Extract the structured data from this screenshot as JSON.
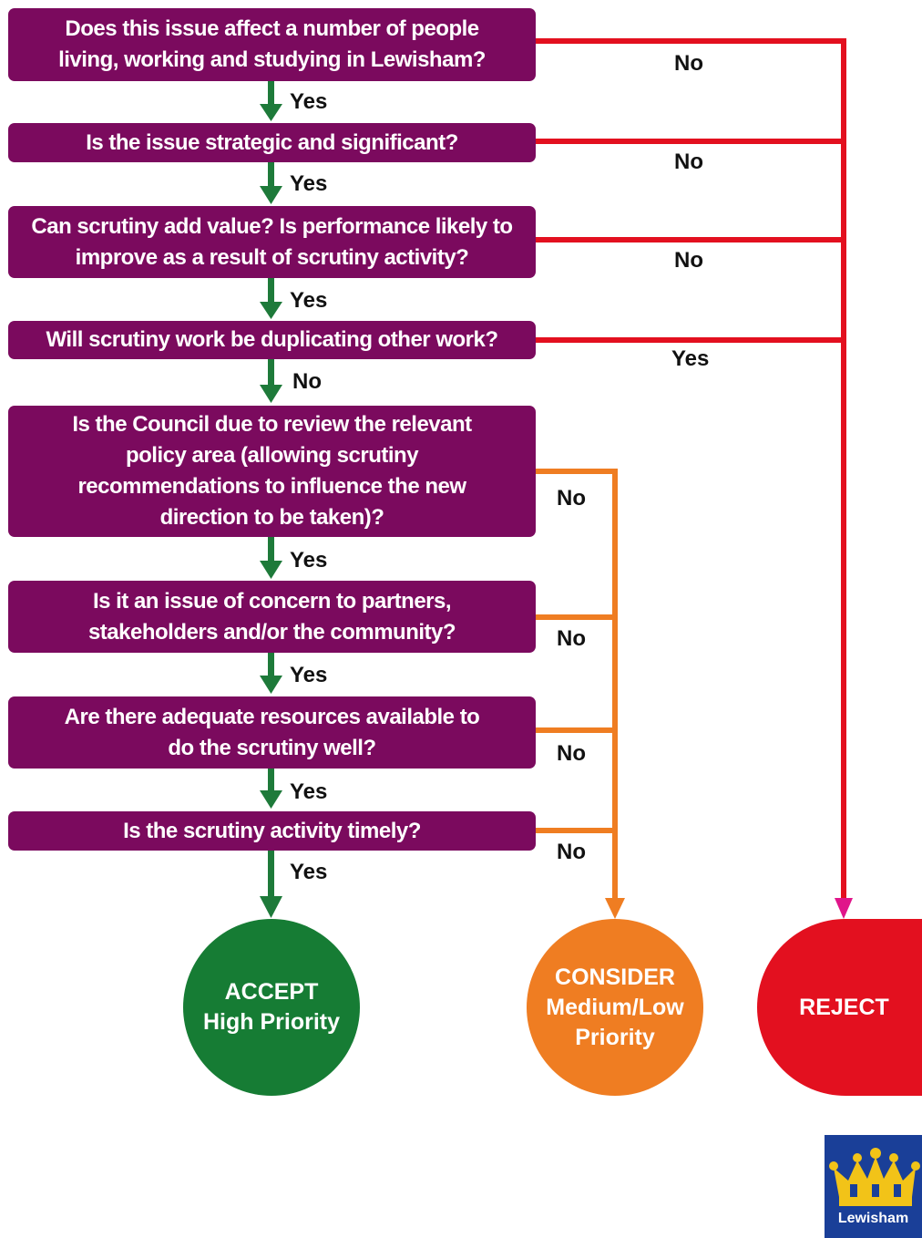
{
  "questions": [
    "Does this issue affect a number of people living, working and studying in Lewisham?",
    "Is the issue strategic and significant?",
    "Can scrutiny add value? Is performance likely to improve as a result of scrutiny activity?",
    "Will scrutiny work be duplicating other work?",
    "Is the Council due to review the relevant policy area (allowing scrutiny recommendations to influence the new direction to be taken)?",
    "Is it an issue of concern to partners, stakeholders and/or the community?",
    "Are there adequate resources available to do the scrutiny well?",
    "Is the scrutiny activity timely?"
  ],
  "down_labels": [
    "Yes",
    "Yes",
    "Yes",
    "No",
    "Yes",
    "Yes",
    "Yes",
    "Yes"
  ],
  "side_labels": [
    "No",
    "No",
    "No",
    "Yes",
    "No",
    "No",
    "No",
    "No"
  ],
  "outcomes": {
    "accept": {
      "line1": "ACCEPT",
      "line2": "High Priority"
    },
    "consider": {
      "line1": "CONSIDER",
      "line2": "Medium/Low",
      "line3": "Priority"
    },
    "reject": {
      "line1": "REJECT"
    }
  },
  "logo": {
    "text": "Lewisham"
  },
  "colors": {
    "question_box": "#7b0a5e",
    "yes_arrow": "#1e7a3a",
    "reject_line": "#e3101f",
    "consider_line": "#ef7d22",
    "accept": "#167c34",
    "consider": "#ef7d22",
    "reject": "#e3101f",
    "logo_bg": "#1a3f98",
    "crown": "#f2c318"
  }
}
